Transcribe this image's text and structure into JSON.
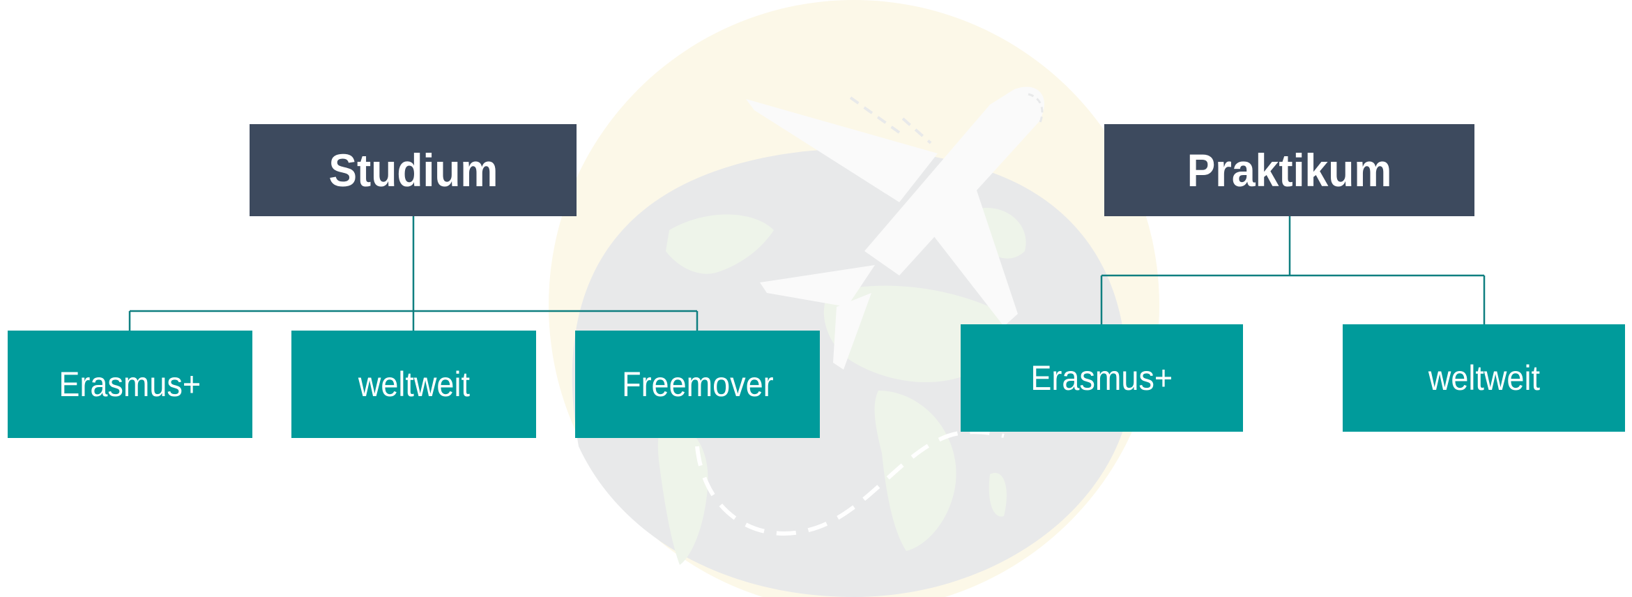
{
  "colors": {
    "header_box": "#3d4a5e",
    "option_box": "#009b9b",
    "connector": "#0f7f80",
    "globe_yellow": "#fcf8e8",
    "globe_gray": "#e8e9ea",
    "continents": "#eef4ea",
    "plane": "#fafafa"
  },
  "icons": [
    "globe-icon",
    "airplane-icon"
  ],
  "groups": [
    {
      "title": "Studium",
      "options": [
        "Erasmus+",
        "weltweit",
        "Freemover"
      ]
    },
    {
      "title": "Praktikum",
      "options": [
        "Erasmus+",
        "weltweit"
      ]
    }
  ]
}
